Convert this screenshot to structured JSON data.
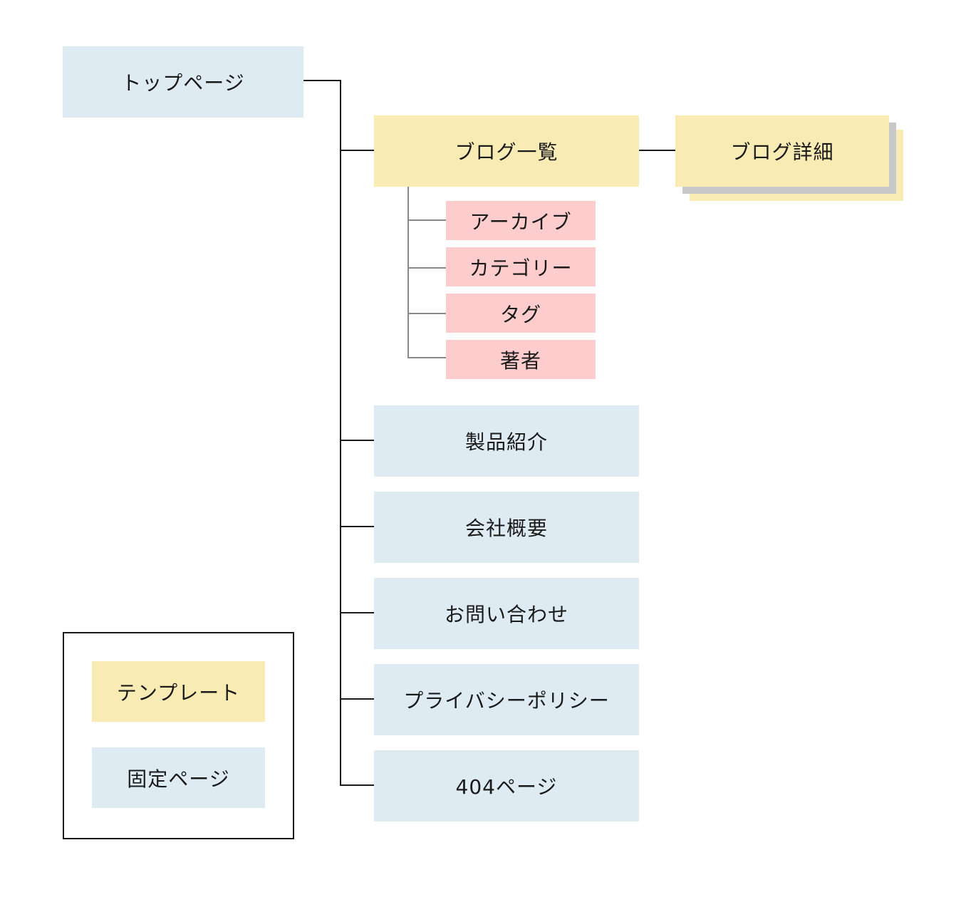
{
  "nodes": {
    "top": "トップページ",
    "blog_list": "ブログ一覧",
    "blog_detail": "ブログ詳細",
    "archive": "アーカイブ",
    "category": "カテゴリー",
    "tag": "タグ",
    "author": "著者",
    "products": "製品紹介",
    "company": "会社概要",
    "contact": "お問い合わせ",
    "privacy": "プライバシーポリシー",
    "notfound": "404ページ"
  },
  "legend": {
    "template": "テンプレート",
    "fixed_page": "固定ページ"
  },
  "colors": {
    "fixed_page": "#deebf3",
    "template": "#f9ebb4",
    "taxonomy": "#fdcccc",
    "connector": "#1a1a1a",
    "sub_connector": "#888888"
  }
}
